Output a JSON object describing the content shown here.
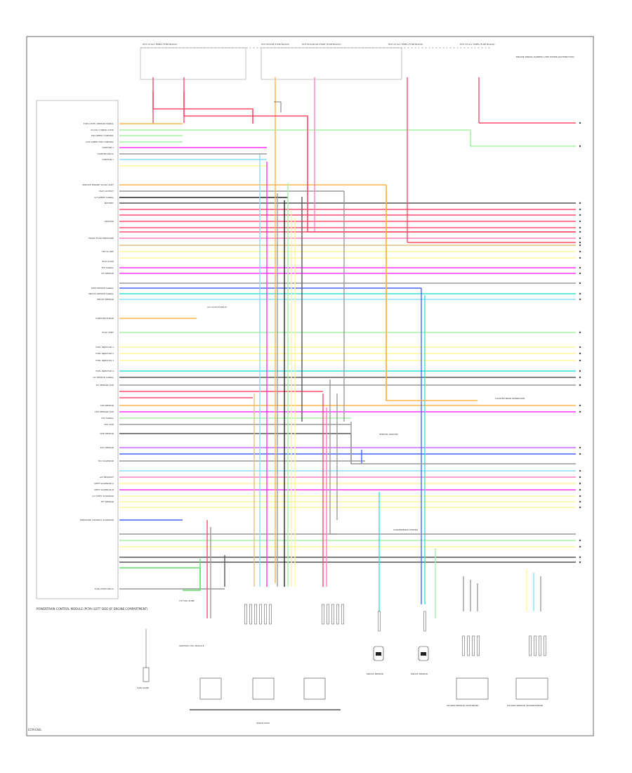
{
  "ecm": {
    "label": "POWERTRAIN CONTROL MODULE (PCM) (LEFT SIDE OF ENGINE COMPARTMENT)",
    "pins": [
      "FUEL LEVEL SENSOR SIGNAL",
      "CLASS 2 SERIAL DATA",
      "FAN SPEED CONTROL",
      "LOW SPEED FAN CONTROL",
      "IGNITION 1",
      "STARTER RELAY",
      "IGNITION 1",
      "SERVICE ENGINE SOON LIGHT",
      "TACH OUTPUT",
      "A/T SPEED SIGNAL",
      "BATTERY",
      "GROUND",
      "TRANS FLUID PRESSURE",
      "TPS 5V REF",
      "EGR VALVE",
      "TPS SIGNAL",
      "IAT SENSOR",
      "MAP SENSOR SIGNAL",
      "KNOCK SENSOR SIGNAL",
      "KNOCK SENSOR",
      "CANISTER PURGE",
      "EVAP VENT",
      "FUEL INJECTOR 1",
      "FUEL INJECTOR 2",
      "FUEL INJECTOR 3",
      "FUEL INJECTOR 4",
      "O2 SENSOR SIGNAL",
      "O2 SENSOR LOW",
      "CKP SENSOR",
      "CKP SENSOR LOW",
      "VSS SIGNAL",
      "VSS LOW",
      "CMP SENSOR",
      "ECT SENSOR",
      "TCC SOLENOID",
      "A/C REQUEST",
      "SHIFT SOLENOID A",
      "SHIFT SOLENOID B",
      "3-2 SHIFT SOLENOID",
      "TFT SENSOR",
      "PRESSURE CONTROL SOLENOID",
      "FUEL PUMP RELAY"
    ]
  },
  "top_components": [
    "HOT AT ALL TIMES (FUSE BLOCK)",
    "HOT IN RUN (FUSE BLOCK)",
    "HOT IN RUN OR START (FUSE BLOCK)",
    "HOT AT ALL TIMES (FUSE BLOCK)",
    "HOT AT ALL TIMES (FUSE BLOCK)"
  ],
  "top_right_note": "ENGINE WIRING HARNESS (SEE POWER DISTRIBUTION)",
  "bottom_components": [
    "FUEL PUMP",
    "IGNITION COIL MODULE",
    "KNOCK SENSOR",
    "KNOCK SENSOR",
    "OXYGEN SENSOR (UPSTREAM)",
    "OXYGEN SENSOR (DOWNSTREAM)"
  ],
  "bottom_bar_label": "SPLICE PACK",
  "side_notes": [
    "SENSOR GROUND",
    "A/C CLUTCH RELAY",
    "LOCATED NEAR GENERATOR",
    "CONVENIENCE CENTER",
    "TO FUEL PUMP"
  ],
  "footer_code": "ECM-ENG"
}
